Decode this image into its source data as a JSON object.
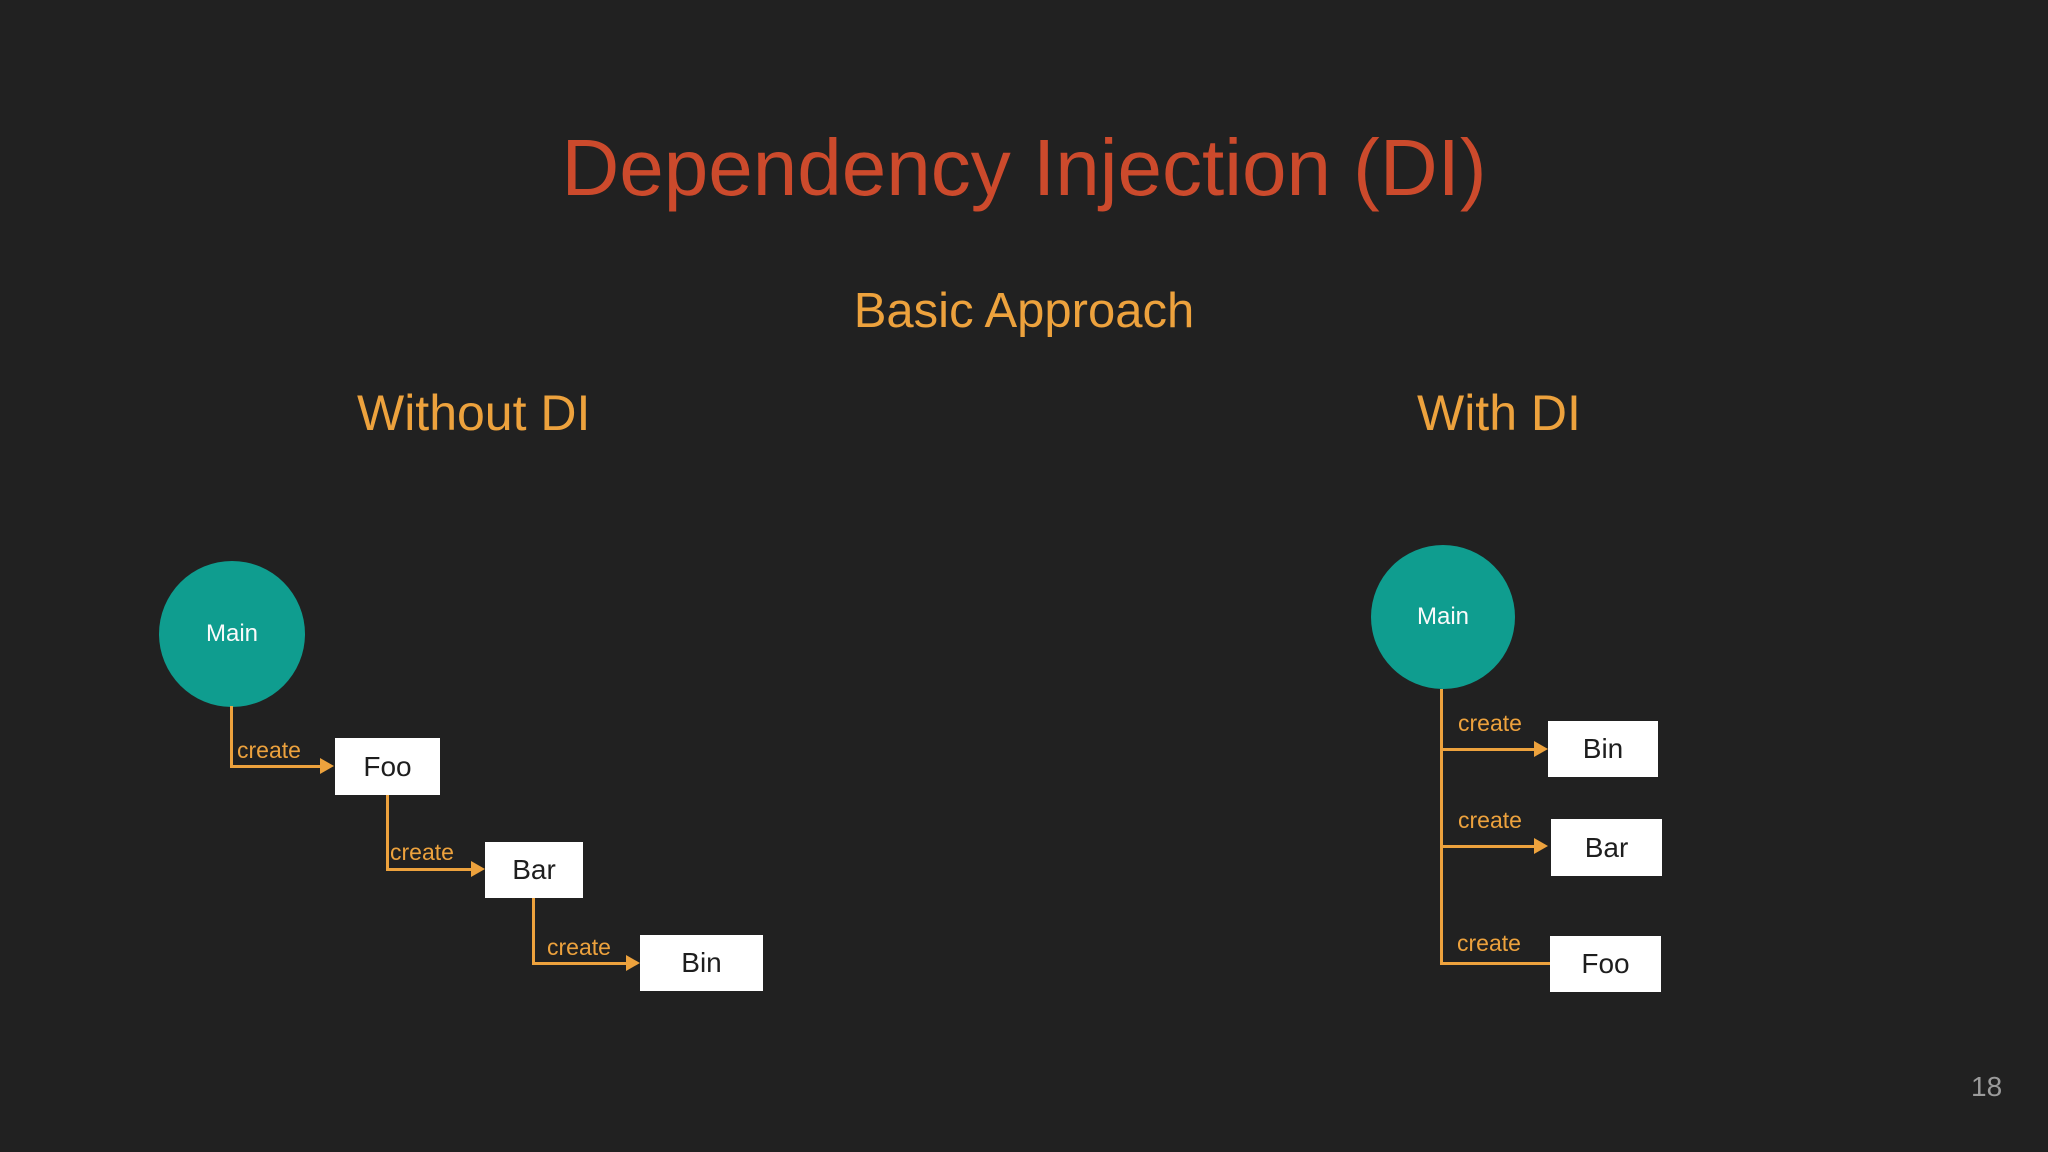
{
  "slide": {
    "title": "Dependency Injection (DI)",
    "subtitle": "Basic Approach",
    "page_number": "18",
    "colors": {
      "background": "#212121",
      "title_red": "#CC4A2C",
      "accent_orange": "#EDA23D",
      "node_teal": "#0F9D8F",
      "box_background": "#FFFFFF",
      "box_text": "#1E1E1E",
      "circle_text": "#FAFAFA",
      "page_number_gray": "#9B9B9B"
    }
  },
  "without_di": {
    "heading": "Without DI",
    "root_node": "Main",
    "edges": [
      {
        "from": "Main",
        "to": "Foo",
        "label": "create",
        "has_arrowhead": true
      },
      {
        "from": "Foo",
        "to": "Bar",
        "label": "create",
        "has_arrowhead": true
      },
      {
        "from": "Bar",
        "to": "Bin",
        "label": "create",
        "has_arrowhead": true
      }
    ]
  },
  "with_di": {
    "heading": "With DI",
    "root_node": "Main",
    "edges": [
      {
        "from": "Main",
        "to": "Bin",
        "label": "create",
        "has_arrowhead": true
      },
      {
        "from": "Main",
        "to": "Bar",
        "label": "create",
        "has_arrowhead": true
      },
      {
        "from": "Main",
        "to": "Foo",
        "label": "create",
        "has_arrowhead": false
      }
    ]
  }
}
